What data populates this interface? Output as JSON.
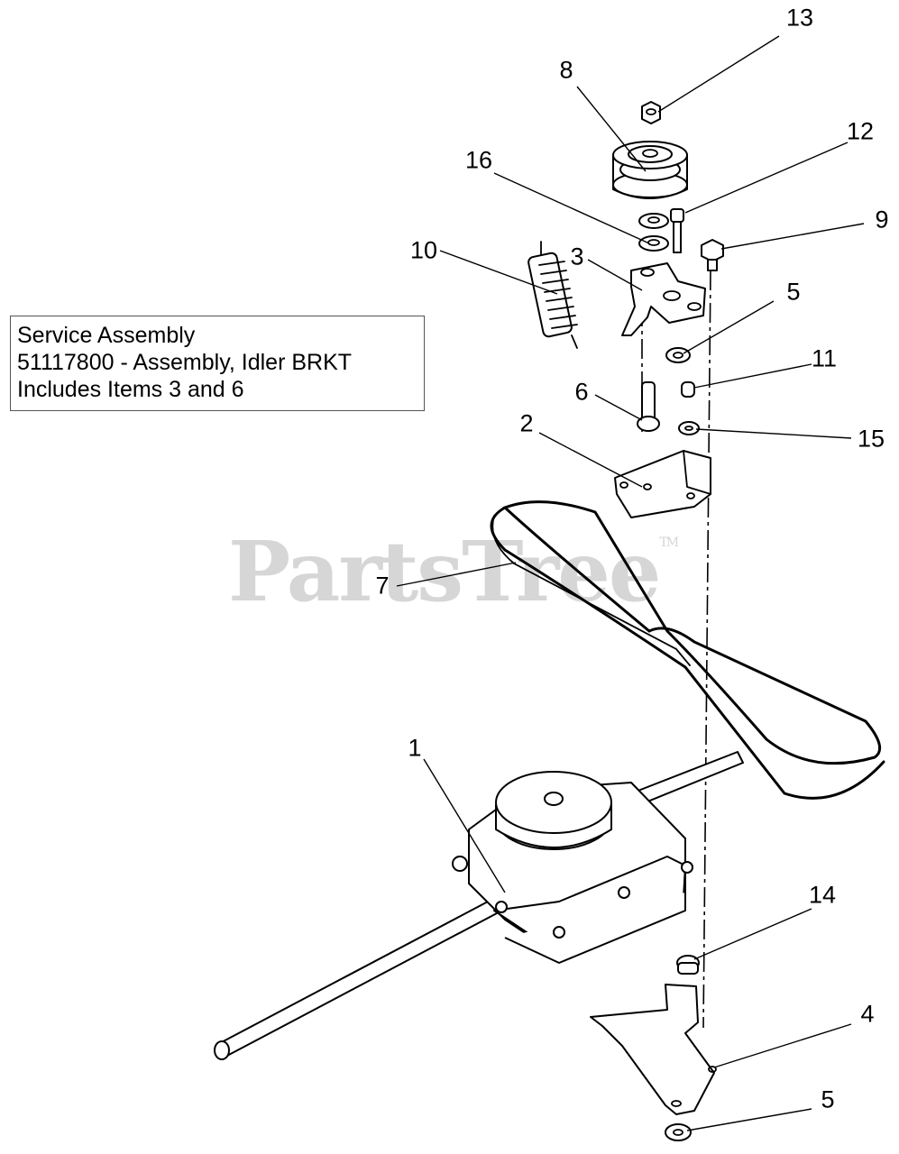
{
  "service_box": {
    "line1": "Service Assembly",
    "line2": "51117800 - Assembly, Idler BRKT",
    "line3": "Includes Items 3 and 6"
  },
  "watermark": {
    "text": "PartsTree",
    "tm": "TM"
  },
  "callouts": {
    "c1": "1",
    "c2": "2",
    "c3": "3",
    "c4": "4",
    "c5a": "5",
    "c5b": "5",
    "c6": "6",
    "c7": "7",
    "c8": "8",
    "c9": "9",
    "c10": "10",
    "c11": "11",
    "c12": "12",
    "c13": "13",
    "c14": "14",
    "c15": "15",
    "c16": "16"
  }
}
